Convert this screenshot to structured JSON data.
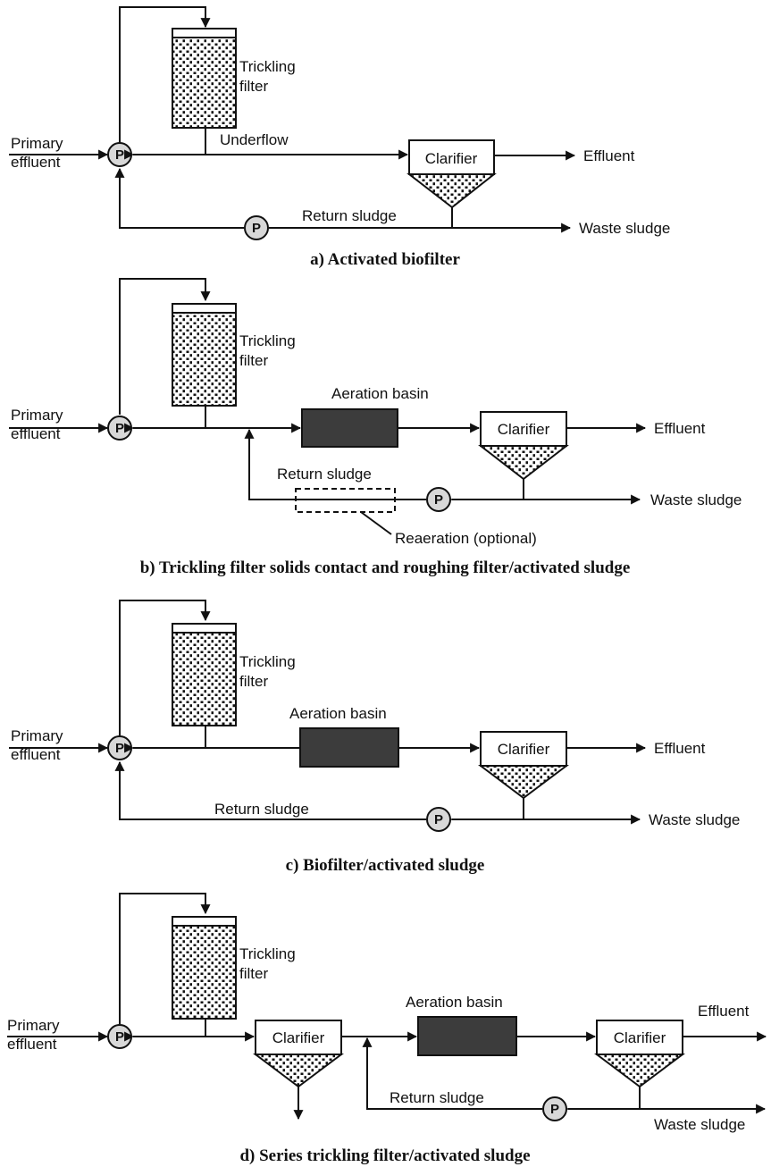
{
  "colors": {
    "line": "#111111",
    "basin": "#3c3c3c",
    "pump": "#d8d8d8",
    "media": "#ffffff"
  },
  "labels": {
    "trickling": "Trickling",
    "filter": "filter",
    "primary": "Primary",
    "effluent_in": "effluent",
    "effluent_out": "Effluent",
    "clarifier": "Clarifier",
    "aeration_basin": "Aeration basin",
    "return_sludge": "Return sludge",
    "waste_sludge": "Waste sludge",
    "underflow": "Underflow",
    "reaeration": "Reaeration (optional)",
    "pump": "P"
  },
  "captions": {
    "a": "a) Activated biofilter",
    "b": "b) Trickling filter solids contact and roughing filter/activated sludge",
    "c": "c) Biofilter/activated sludge",
    "d": "d) Series trickling filter/activated sludge"
  }
}
